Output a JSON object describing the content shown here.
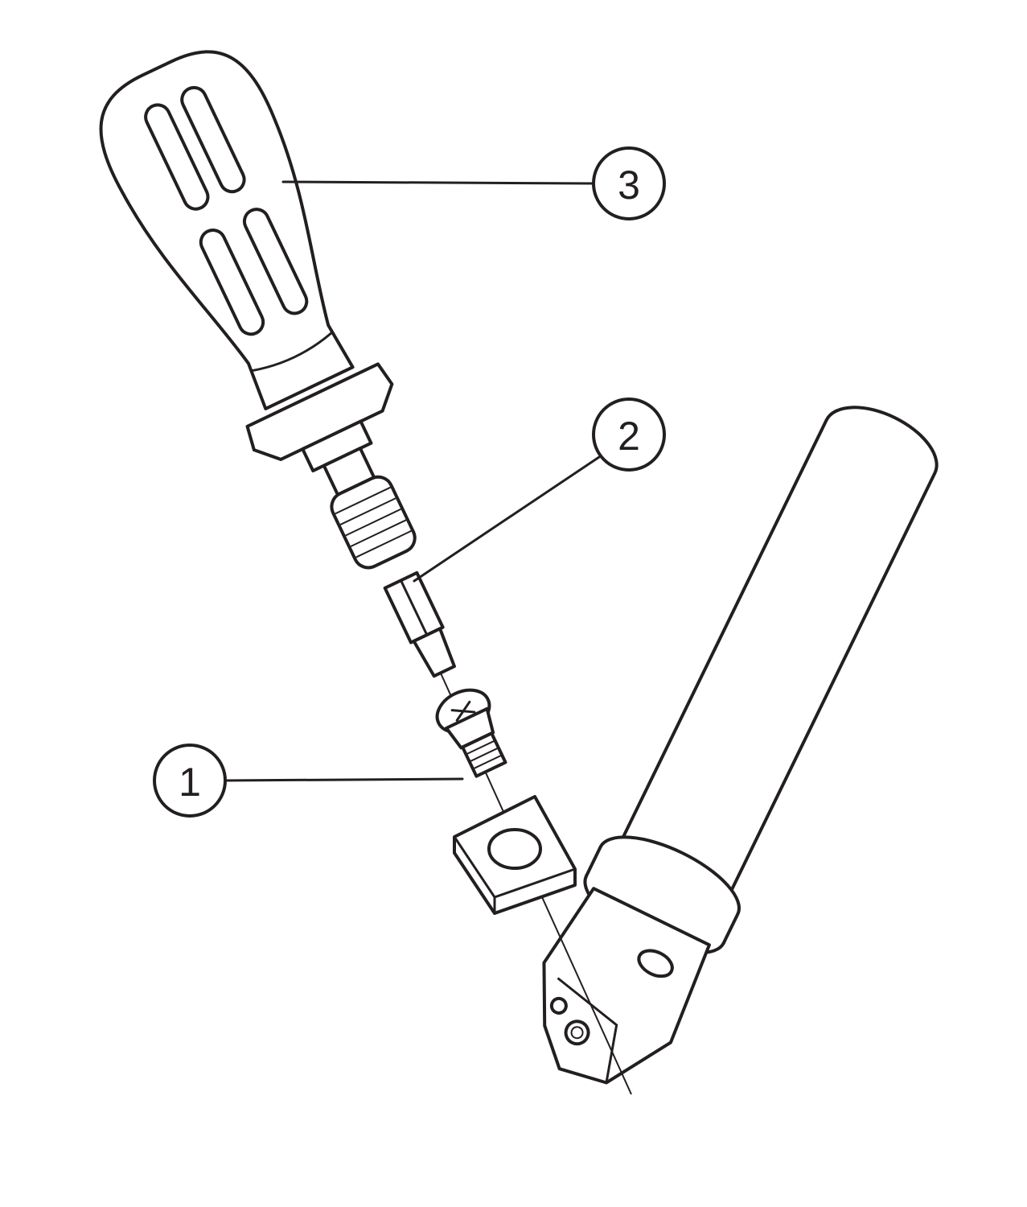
{
  "diagram": {
    "callouts": [
      {
        "id": "1",
        "label": "1",
        "part": "screw"
      },
      {
        "id": "2",
        "label": "2",
        "part": "bit"
      },
      {
        "id": "3",
        "label": "3",
        "part": "handle"
      }
    ],
    "line_color": "#231f20",
    "background": "#ffffff"
  }
}
